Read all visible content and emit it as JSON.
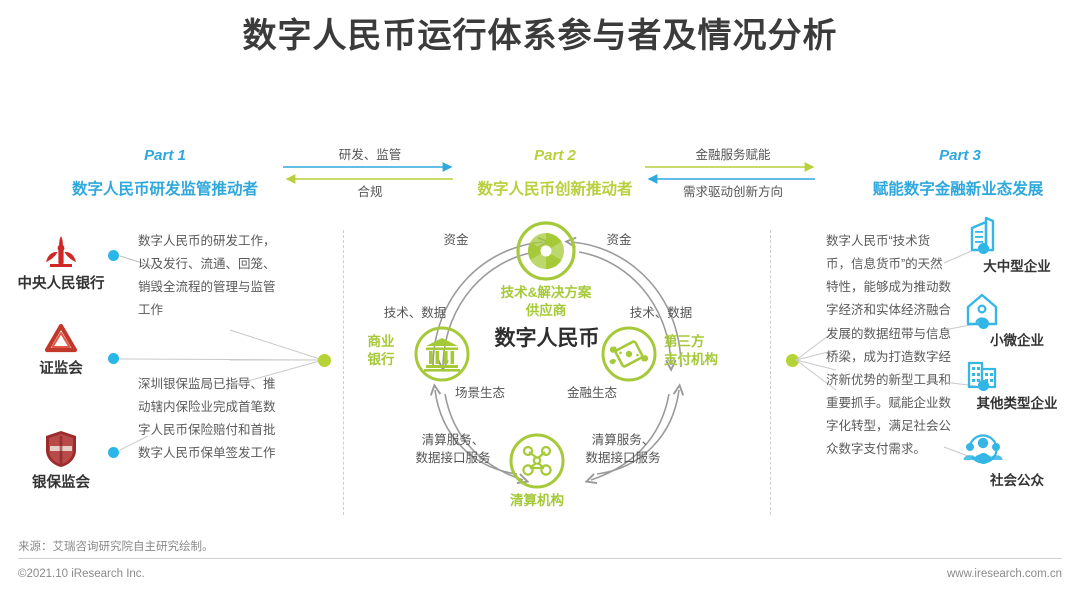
{
  "title": "数字人民币运行体系参与者及情况分析",
  "colors": {
    "blue": "#2fa8dd",
    "olive": "#b9cf3c",
    "dot_blue": "#29b6e8",
    "dot_olive": "#b5d334",
    "text_dark": "#333333",
    "text_gray": "#5a5a5a",
    "icon_cyan": "#35b6e5",
    "icon_green": "#a6c93a",
    "logo_red": "#c62828"
  },
  "part1": {
    "label": "Part 1",
    "title": "数字人民币研发监管推动者",
    "entities": [
      {
        "name": "中央人民银行",
        "icon": "pboc-logo-icon"
      },
      {
        "name": "证监会",
        "icon": "csrc-logo-icon"
      },
      {
        "name": "银保监会",
        "icon": "cbirc-shield-icon"
      }
    ],
    "notes": [
      "数字人民币的研发工作，以及发行、流通、回笼、销毁全流程的管理与监管工作",
      "深圳银保监局已指导、推动辖内保险业完成首笔数字人民币保险赔付和首批数字人民币保单签发工作"
    ]
  },
  "bridge_left": {
    "top_label": "研发、监管",
    "bottom_label": "合规"
  },
  "bridge_right": {
    "top_label": "金融服务赋能",
    "bottom_label": "需求驱动创新方向"
  },
  "part2": {
    "label": "Part 2",
    "title": "数字人民币创新推动者",
    "center_word": "数字人民币",
    "nodes": [
      {
        "id": "tech",
        "caption": "技术&解决方案\n供应商",
        "caption_line1": "技术&解决方案",
        "caption_line2": "供应商",
        "icon": "aperture-icon"
      },
      {
        "id": "bank",
        "caption": "商业\n银行",
        "caption_line1": "商业",
        "caption_line2": "银行",
        "icon": "bank-building-icon"
      },
      {
        "id": "thirdparty",
        "caption": "第三方\n支付机构",
        "caption_line1": "第三方",
        "caption_line2": "支付机构",
        "icon": "flying-money-icon"
      },
      {
        "id": "clearing",
        "caption": "清算机构",
        "caption_line1": "清算机构",
        "caption_line2": "",
        "icon": "network-nodes-icon"
      }
    ],
    "flow_labels": {
      "funds_left": "资金",
      "funds_right": "资金",
      "tech_data_left": "技术、数据",
      "tech_data_right": "技术、数据",
      "scene_eco": "场景生态",
      "fin_eco": "金融生态",
      "clearing_left_l1": "清算服务、",
      "clearing_left_l2": "数据接口服务",
      "clearing_right_l1": "清算服务、",
      "clearing_right_l2": "数据接口服务"
    }
  },
  "part3": {
    "label": "Part 3",
    "title": "赋能数字金融新业态发展",
    "note": "数字人民币“技术货币，信息货币”的天然特性，能够成为推动数字经济和实体经济融合发展的数据纽带与信息桥梁，成为打造数字经济新优势的新型工具和重要抓手。赋能企业数字化转型，满足社会公众数字支付需求。",
    "entities": [
      {
        "name": "大中型企业",
        "icon": "office-tower-icon"
      },
      {
        "name": "小微企业",
        "icon": "small-house-icon"
      },
      {
        "name": "其他类型企业",
        "icon": "buildings-icon"
      },
      {
        "name": "社会公众",
        "icon": "people-group-icon"
      }
    ]
  },
  "footer": {
    "source": "来源：艾瑞咨询研究院自主研究绘制。",
    "copyright": "©2021.10 iResearch Inc.",
    "website": "www.iresearch.com.cn"
  }
}
